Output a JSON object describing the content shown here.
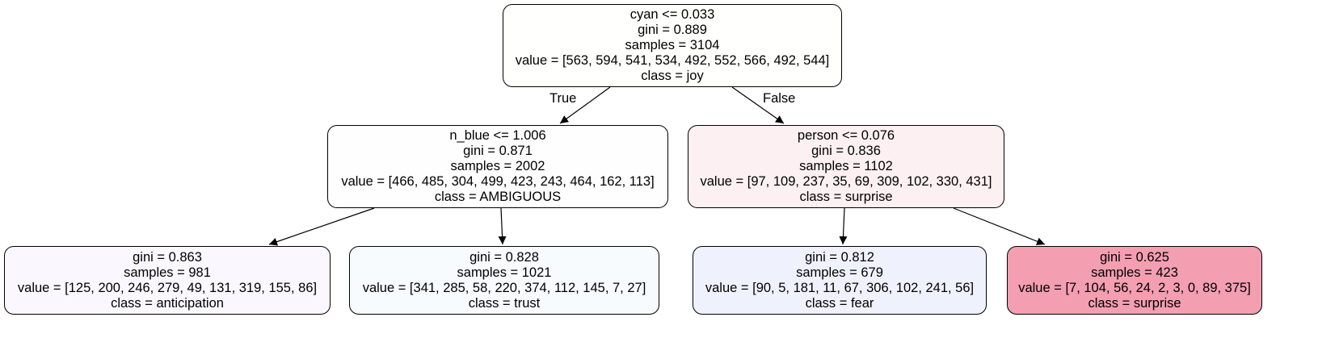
{
  "tree": {
    "nodes": [
      {
        "id": "root",
        "lines": [
          "cyan <= 0.033",
          "gini = 0.889",
          "samples = 3104",
          "value = [563, 594, 541, 534, 492, 552, 566, 492, 544]",
          "class = joy"
        ],
        "fill": "#fffffe"
      },
      {
        "id": "left",
        "lines": [
          "n_blue <= 1.006",
          "gini = 0.871",
          "samples = 2002",
          "value = [466, 485, 304, 499, 423, 243, 464, 162, 113]",
          "class = AMBIGUOUS"
        ],
        "fill": "#fffeff"
      },
      {
        "id": "right",
        "lines": [
          "person <= 0.076",
          "gini = 0.836",
          "samples = 1102",
          "value = [97, 109, 237, 35, 69, 309, 102, 330, 431]",
          "class = surprise"
        ],
        "fill": "#fcf0f2"
      },
      {
        "id": "ll",
        "lines": [
          "gini = 0.863",
          "samples = 981",
          "value = [125, 200, 246, 279, 49, 131, 319, 155, 86]",
          "class = anticipation"
        ],
        "fill": "#faf8fe"
      },
      {
        "id": "lr",
        "lines": [
          "gini = 0.828",
          "samples = 1021",
          "value = [341, 285, 58, 220, 374, 112, 145, 7, 27]",
          "class = trust"
        ],
        "fill": "#f7fbfe"
      },
      {
        "id": "rl",
        "lines": [
          "gini = 0.812",
          "samples = 679",
          "value = [90, 5, 181, 11, 67, 306, 102, 241, 56]",
          "class = fear"
        ],
        "fill": "#eff2fd"
      },
      {
        "id": "rr",
        "lines": [
          "gini = 0.625",
          "samples = 423",
          "value = [7, 104, 56, 24, 2, 3, 0, 89, 375]",
          "class = surprise"
        ],
        "fill": "#f39fb1"
      }
    ],
    "edges": [
      {
        "from": "root",
        "to": "left",
        "label": "True"
      },
      {
        "from": "root",
        "to": "right",
        "label": "False"
      },
      {
        "from": "left",
        "to": "ll",
        "label": ""
      },
      {
        "from": "left",
        "to": "lr",
        "label": ""
      },
      {
        "from": "right",
        "to": "rl",
        "label": ""
      },
      {
        "from": "right",
        "to": "rr",
        "label": ""
      }
    ],
    "stroke_color": "#000000"
  }
}
